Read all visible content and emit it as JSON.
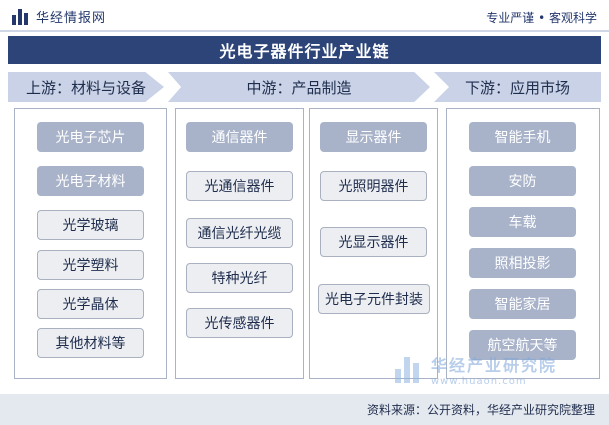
{
  "header": {
    "brand_name": "华经情报网",
    "slogan": "专业严谨 • 客观科学"
  },
  "title": "光电子器件行业产业链",
  "stages": {
    "upstream": "上游：材料与设备",
    "midstream": "中游：产品制造",
    "downstream": "下游：应用市场"
  },
  "upstream": {
    "items": [
      "光电子芯片",
      "光电子材料",
      "光学玻璃",
      "光学塑料",
      "光学晶体",
      "其他材料等"
    ]
  },
  "midstream_a": {
    "items": [
      "通信器件",
      "光通信器件",
      "通信光纤光缆",
      "特种光纤",
      "光传感器件"
    ]
  },
  "midstream_b": {
    "items": [
      "显示器件",
      "光照明器件",
      "光显示器件",
      "光电子元件封装"
    ]
  },
  "downstream": {
    "items": [
      "智能手机",
      "安防",
      "车载",
      "照相投影",
      "智能家居",
      "航空航天等"
    ]
  },
  "watermark": {
    "name": "华经产业研究院",
    "url": "www.huaon.com"
  },
  "footer": {
    "source": "资料来源：公开资料，华经产业研究院整理"
  },
  "colors": {
    "title_bg": "#2d4478",
    "stage_bg": "#c9d2e6",
    "dark_item": "#a8b3ca",
    "light_item": "#eceef2",
    "footer_bg": "#e4e8ef"
  }
}
